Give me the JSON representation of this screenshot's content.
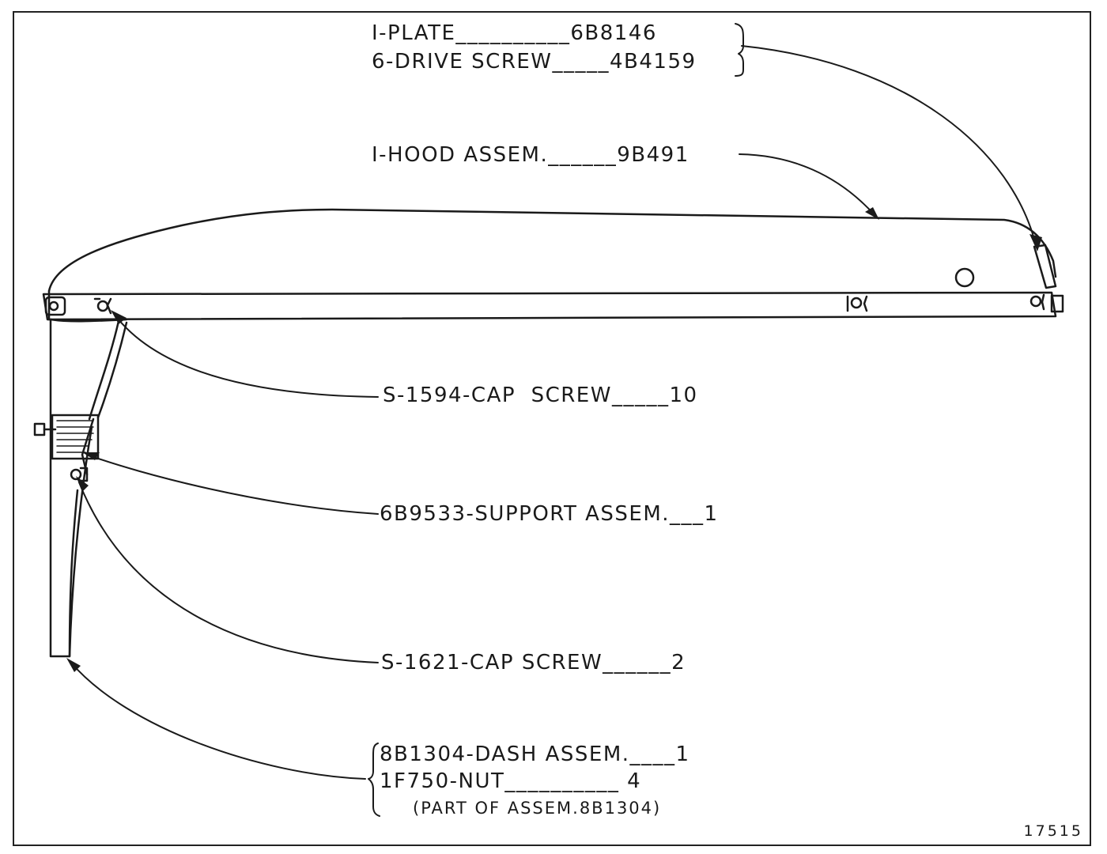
{
  "callouts": {
    "plate": "I-PLATE__________6B8146",
    "drive_screw": "6-DRIVE SCREW_____4B4159",
    "hood": "I-HOOD ASSEM.______9B491",
    "cap_screw_1594": "S-1594-CAP  SCREW_____10",
    "support": "6B9533-SUPPORT ASSEM.___1",
    "cap_screw_1621": "S-1621-CAP SCREW______2",
    "dash": "8B1304-DASH ASSEM.____1",
    "nut": "1F750-NUT__________ 4",
    "part_of": "(PART OF ASSEM.8B1304)"
  },
  "figure_number": "17515",
  "colors": {
    "ink": "#1a1a1a",
    "paper": "#ffffff"
  }
}
